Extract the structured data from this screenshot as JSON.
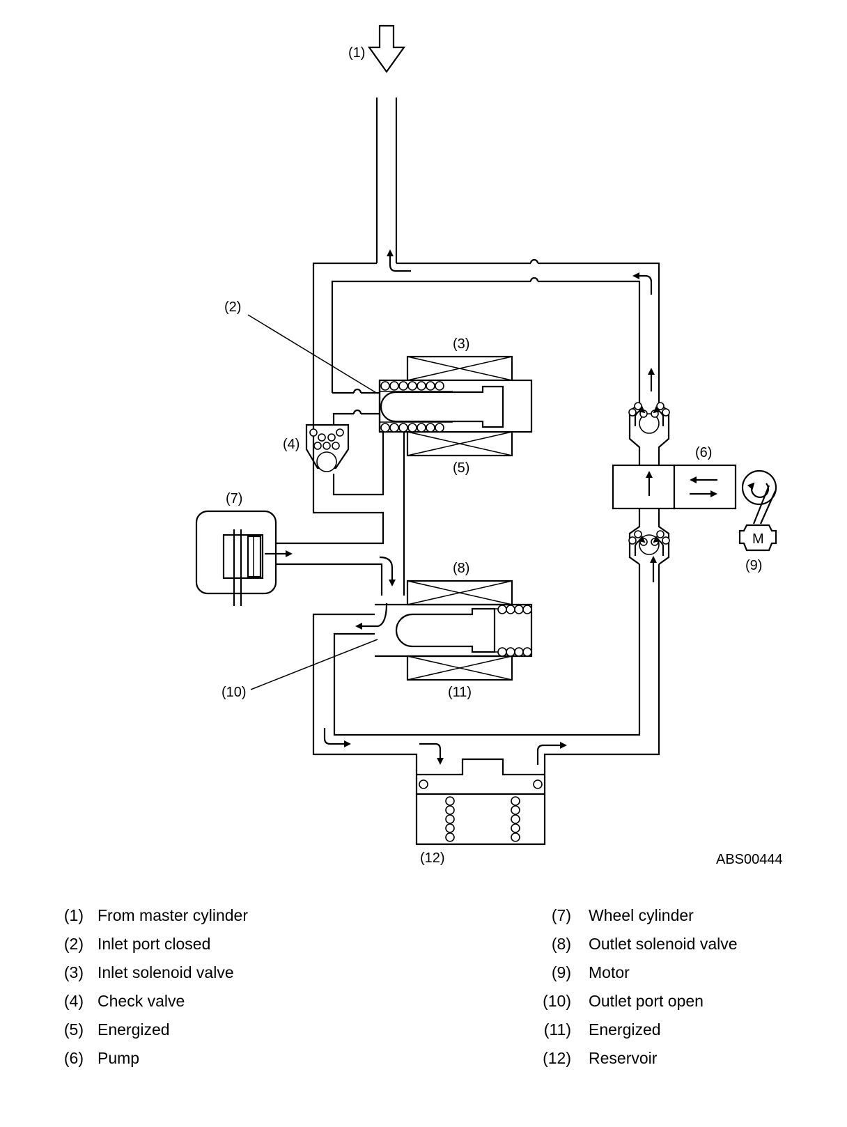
{
  "figure": {
    "id": "ABS00444",
    "callouts": [
      "(1)",
      "(2)",
      "(3)",
      "(4)",
      "(5)",
      "(6)",
      "(7)",
      "(8)",
      "(9)",
      "(10)",
      "(11)",
      "(12)"
    ],
    "motor_symbol": "M"
  },
  "legend": [
    {
      "num": "(1)",
      "label": "From master cylinder"
    },
    {
      "num": "(2)",
      "label": "Inlet port closed"
    },
    {
      "num": "(3)",
      "label": "Inlet solenoid valve"
    },
    {
      "num": "(4)",
      "label": "Check valve"
    },
    {
      "num": "(5)",
      "label": "Energized"
    },
    {
      "num": "(6)",
      "label": "Pump"
    },
    {
      "num": "(7)",
      "label": "Wheel cylinder"
    },
    {
      "num": "(8)",
      "label": "Outlet solenoid valve"
    },
    {
      "num": "(9)",
      "label": "Motor"
    },
    {
      "num": "(10)",
      "label": "Outlet port open"
    },
    {
      "num": "(11)",
      "label": "Energized"
    },
    {
      "num": "(12)",
      "label": "Reservoir"
    }
  ]
}
